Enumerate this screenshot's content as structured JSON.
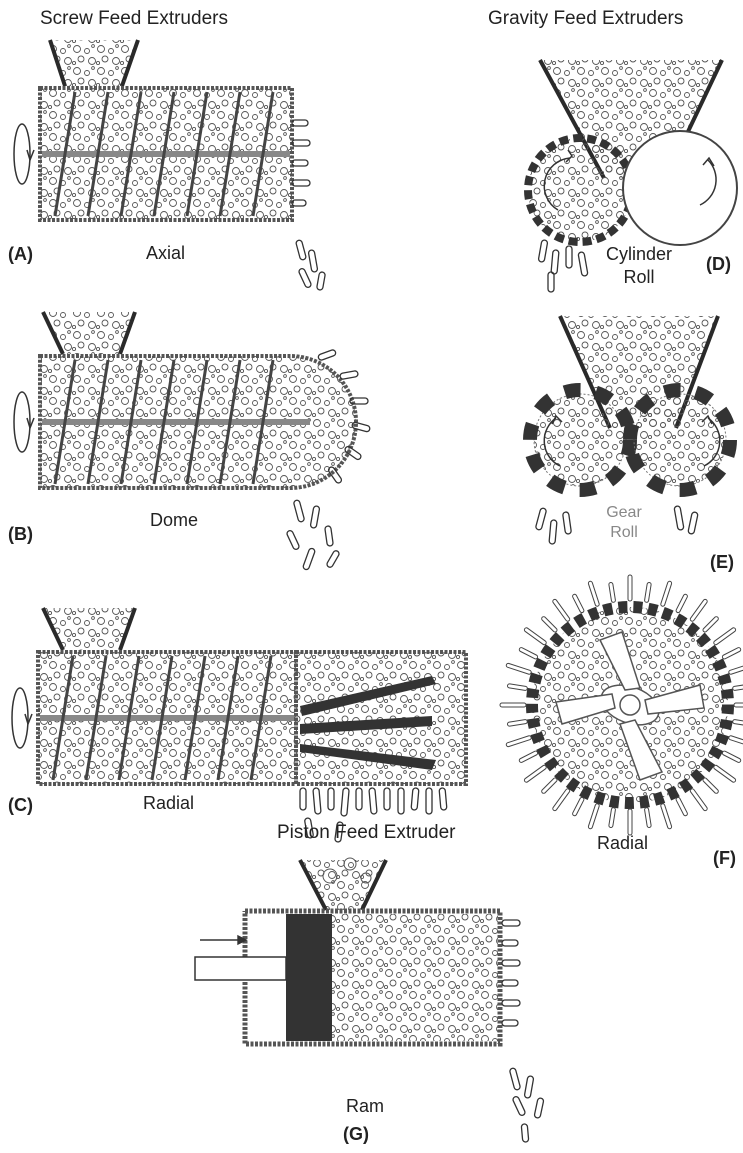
{
  "headers": {
    "screw": "Screw Feed Extruders",
    "gravity": "Gravity Feed Extruders",
    "piston": "Piston Feed Extruder"
  },
  "panels": {
    "A": {
      "letter": "(A)",
      "caption": "Axial"
    },
    "B": {
      "letter": "(B)",
      "caption": "Dome"
    },
    "C": {
      "letter": "(C)",
      "caption": "Radial"
    },
    "D": {
      "letter": "(D)",
      "caption_line1": "Cylinder",
      "caption_line2": "Roll"
    },
    "E": {
      "letter": "(E)",
      "caption_line1": "Gear",
      "caption_line2": "Roll"
    },
    "F": {
      "letter": "(F)",
      "caption": "Radial"
    },
    "G": {
      "letter": "(G)",
      "caption": "Ram"
    }
  },
  "colors": {
    "ink": "#2a2a2a",
    "wall": "#555555",
    "piston": "#333333",
    "gear_label": "#888888"
  }
}
